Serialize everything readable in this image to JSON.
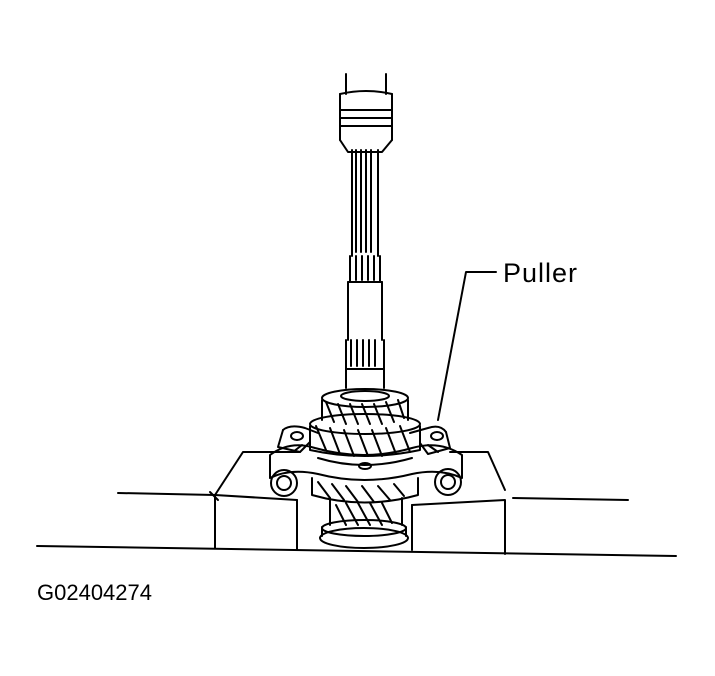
{
  "diagram": {
    "labels": {
      "puller": "Puller"
    },
    "figure_id": "G02404274",
    "colors": {
      "line": "#000000",
      "background": "#ffffff"
    },
    "parts": [
      "shaft",
      "gear-cluster",
      "puller-tool",
      "support-blocks",
      "bench-surface"
    ]
  }
}
